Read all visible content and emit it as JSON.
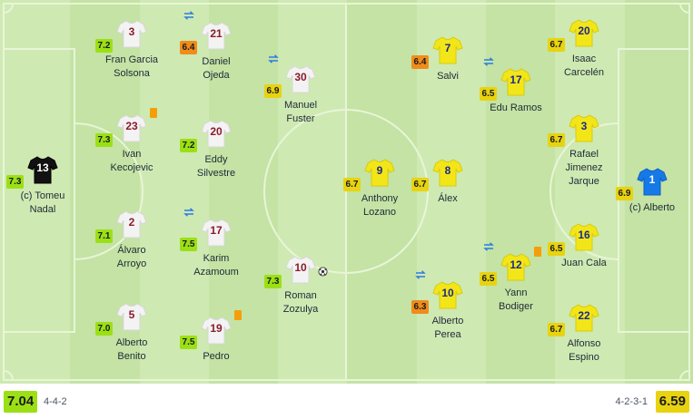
{
  "colors": {
    "grass_light": "#cfe9b2",
    "grass_dark": "#c4e3a4",
    "lines": "#e8f5d8",
    "home_shirt": "#f3f3f3",
    "home_number": "#8b1a2b",
    "away_shirt": "#f2e618",
    "away_number": "#1c2a8a",
    "home_keeper_shirt": "#111111",
    "away_keeper_shirt": "#1679e8",
    "rating_green": "#9be015",
    "rating_yellow": "#e8d310",
    "rating_orange": "#f08c1a",
    "card_yellow": "#f59e0b"
  },
  "home": {
    "team_rating": "7.04",
    "formation": "4-4-2",
    "players": [
      {
        "id": "tomeu-nadal",
        "number": "13",
        "name": "(c) Tomeu\nNadal",
        "rating": "7.3",
        "rating_color": "green",
        "kit": "home-keeper"
      },
      {
        "id": "fran-garcia",
        "number": "3",
        "name": "Fran Garcia\nSolsona",
        "rating": "7.2",
        "rating_color": "green",
        "kit": "home"
      },
      {
        "id": "ivan-kecojevic",
        "number": "23",
        "name": "Ivan\nKecojevic",
        "rating": "7.3",
        "rating_color": "green",
        "kit": "home",
        "card": "yellow"
      },
      {
        "id": "alvaro-arroyo",
        "number": "2",
        "name": "Álvaro\nArroyo",
        "rating": "7.1",
        "rating_color": "green",
        "kit": "home"
      },
      {
        "id": "alberto-benito",
        "number": "5",
        "name": "Alberto\nBenito",
        "rating": "7.0",
        "rating_color": "green",
        "kit": "home"
      },
      {
        "id": "daniel-ojeda",
        "number": "21",
        "name": "Daniel\nOjeda",
        "rating": "6.4",
        "rating_color": "orange",
        "kit": "home",
        "sub": true
      },
      {
        "id": "eddy-silvestre",
        "number": "20",
        "name": "Eddy\nSilvestre",
        "rating": "7.2",
        "rating_color": "green",
        "kit": "home"
      },
      {
        "id": "karim-azamoum",
        "number": "17",
        "name": "Karim\nAzamoum",
        "rating": "7.5",
        "rating_color": "green",
        "kit": "home",
        "sub": true
      },
      {
        "id": "pedro",
        "number": "19",
        "name": "Pedro",
        "rating": "7.5",
        "rating_color": "green",
        "kit": "home",
        "card": "yellow"
      },
      {
        "id": "manuel-fuster",
        "number": "30",
        "name": "Manuel\nFuster",
        "rating": "6.9",
        "rating_color": "yellow",
        "kit": "home",
        "sub": true
      },
      {
        "id": "roman-zozulya",
        "number": "10",
        "name": "Roman\nZozulya",
        "rating": "7.3",
        "rating_color": "green",
        "kit": "home",
        "goal": true
      }
    ]
  },
  "away": {
    "team_rating": "6.59",
    "formation": "4-2-3-1",
    "players": [
      {
        "id": "anthony-lozano",
        "number": "9",
        "name": "Anthony\nLozano",
        "rating": "6.7",
        "rating_color": "yellow",
        "kit": "away"
      },
      {
        "id": "salvi",
        "number": "7",
        "name": "Salvi",
        "rating": "6.4",
        "rating_color": "orange",
        "kit": "away"
      },
      {
        "id": "alex",
        "number": "8",
        "name": "Álex",
        "rating": "6.7",
        "rating_color": "yellow",
        "kit": "away"
      },
      {
        "id": "alberto-perea",
        "number": "10",
        "name": "Alberto\nPerea",
        "rating": "6.3",
        "rating_color": "orange",
        "kit": "away",
        "sub": true
      },
      {
        "id": "edu-ramos",
        "number": "17",
        "name": "Edu Ramos",
        "rating": "6.5",
        "rating_color": "yellow",
        "kit": "away",
        "sub": true
      },
      {
        "id": "yann-bodiger",
        "number": "12",
        "name": "Yann\nBodiger",
        "rating": "6.5",
        "rating_color": "yellow",
        "kit": "away",
        "sub": true,
        "card": "yellow"
      },
      {
        "id": "isaac-carcelen",
        "number": "20",
        "name": "Isaac\nCarcelén",
        "rating": "6.7",
        "rating_color": "yellow",
        "kit": "away"
      },
      {
        "id": "rafael-jimenez",
        "number": "3",
        "name": "Rafael\nJimenez\nJarque",
        "rating": "6.7",
        "rating_color": "yellow",
        "kit": "away"
      },
      {
        "id": "juan-cala",
        "number": "16",
        "name": "Juan Cala",
        "rating": "6.5",
        "rating_color": "yellow",
        "kit": "away"
      },
      {
        "id": "alfonso-espino",
        "number": "22",
        "name": "Alfonso\nEspino",
        "rating": "6.7",
        "rating_color": "yellow",
        "kit": "away"
      },
      {
        "id": "alberto",
        "number": "1",
        "name": "(c) Alberto",
        "rating": "6.9",
        "rating_color": "yellow",
        "kit": "away-keeper"
      }
    ]
  }
}
